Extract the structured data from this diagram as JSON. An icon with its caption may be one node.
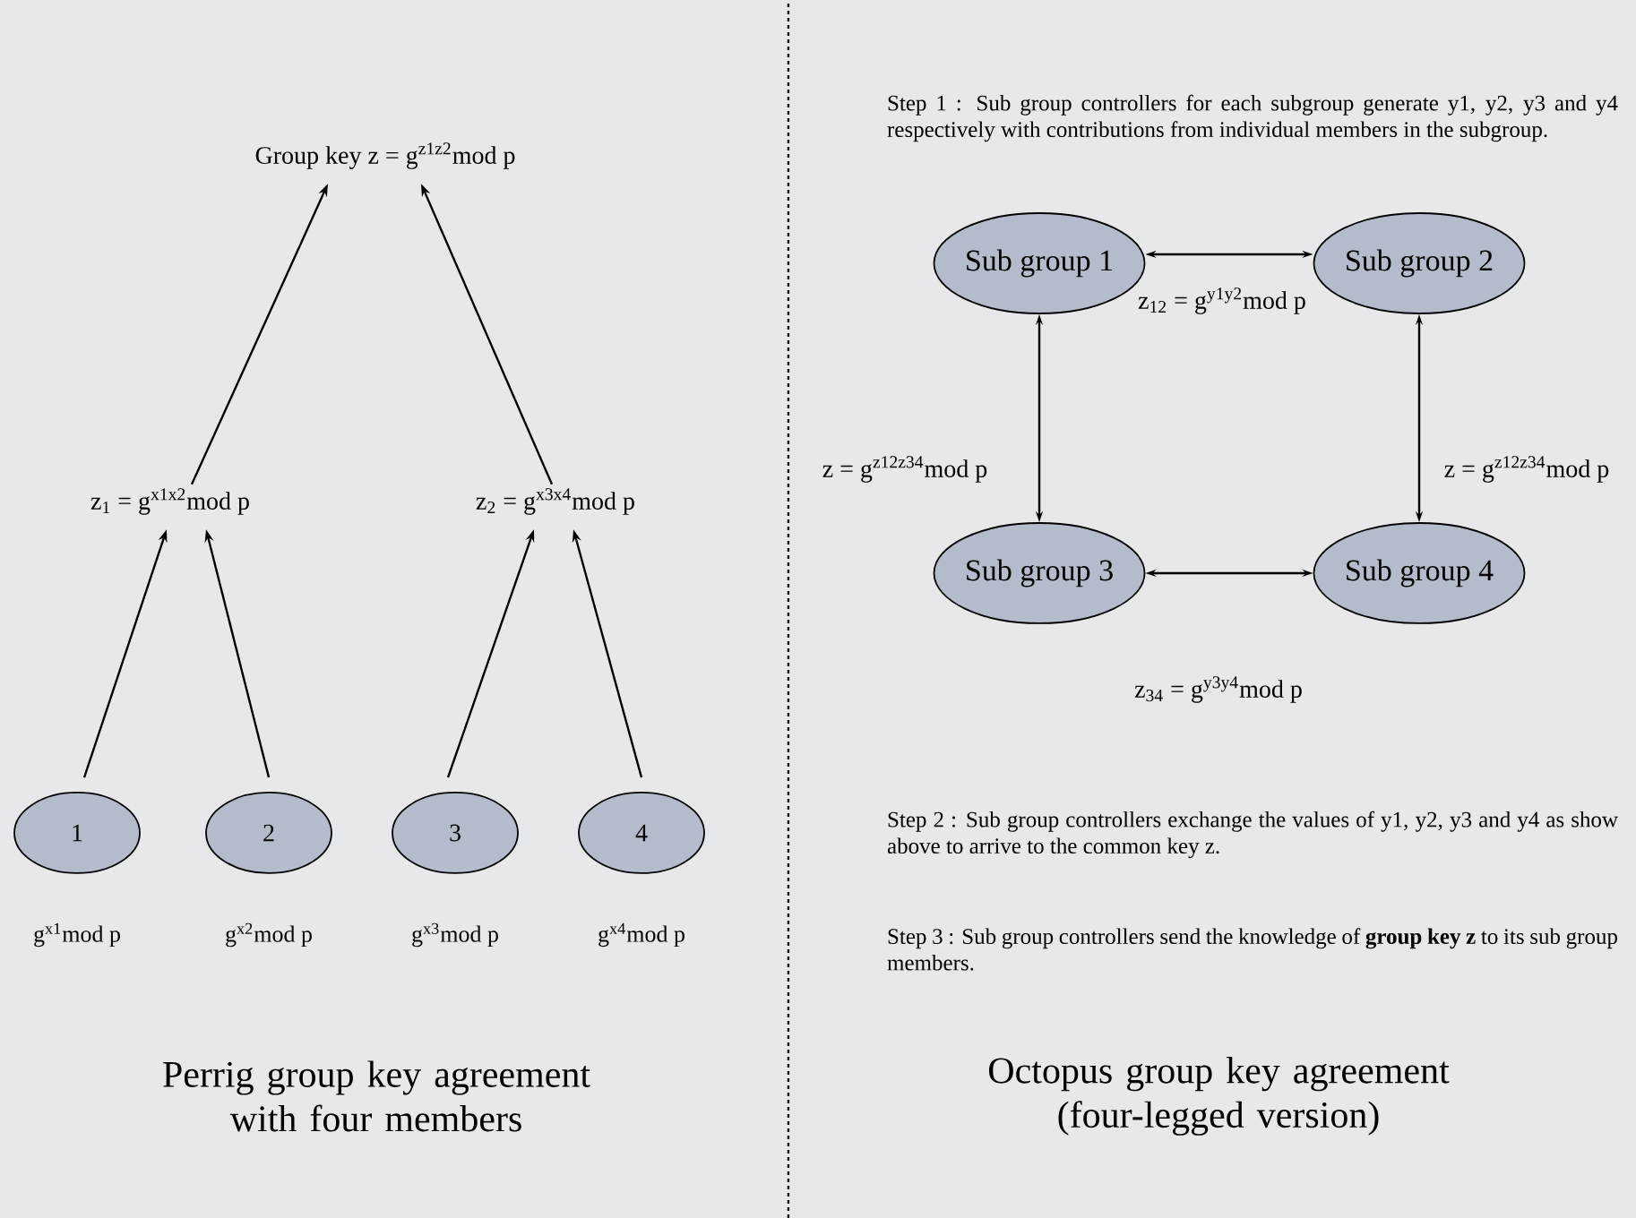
{
  "diagram": {
    "nodes": [
      {
        "text": [
          "Group key z = g$^{z1z2}$mod p"
        ]
      },
      {
        "text": [
          "z$_{1}$ = g$^{x1x2}$mod p"
        ]
      },
      {
        "text": [
          "z$_{2}$ = g$^{x3x4}$mod p"
        ]
      },
      {
        "text": [
          "1"
        ],
        "beside": [
          "g$^{x1}$mod p"
        ]
      },
      {
        "text": [
          "2"
        ],
        "beside": [
          "g$^{x2}$mod p"
        ]
      },
      {
        "text": [
          "3"
        ],
        "beside": [
          "g$^{x3}$mod p"
        ]
      },
      {
        "text": [
          "4"
        ],
        "beside": [
          "g$^{x4}$mod p"
        ]
      },
      {
        "text": [
          "Sub group 1"
        ]
      },
      {
        "text": [
          "Sub group 2"
        ]
      },
      {
        "text": [
          "Sub group 3"
        ]
      },
      {
        "text": [
          "Sub group 4"
        ]
      }
    ],
    "edges": [
      {
        "from": 1,
        "to": 0,
        "arrow": "to"
      },
      {
        "from": 2,
        "to": 0,
        "arrow": "to"
      },
      {
        "from": 3,
        "to": 1,
        "arrow": "to"
      },
      {
        "from": 4,
        "to": 1,
        "arrow": "to"
      },
      {
        "from": 5,
        "to": 2,
        "arrow": "to"
      },
      {
        "from": 6,
        "to": 2,
        "arrow": "to"
      },
      {
        "from": 7,
        "to": 8,
        "arrow": "both",
        "label": "z$_{12}$ = g$^{y1y2}$mod p"
      },
      {
        "from": 7,
        "to": 9,
        "arrow": "both",
        "label": "z = g$^{z12z34}$mod p"
      },
      {
        "from": 8,
        "to": 10,
        "arrow": "both",
        "label": "z = g$^{z12z34}$mod p"
      },
      {
        "from": 9,
        "to": 10,
        "arrow": "both",
        "label": "z$_{34}$ = g$^{y3y4}$mod p"
      }
    ],
    "labels": [
      "Step 1 : Sub group controllers for each subgroup generate y1, y2, y3 and y4 respectively with contributions from individual members in the subgroup.",
      "Step 2 : Sub group controllers exchange the values of y1, y2, y3 and y4 as show above to arrive to the common key z.",
      "Step 3 : Sub group controllers send the knowledge of **group key z** to its sub group members.",
      "Perrig group key agreement with four members",
      "Octopus group key agreement (four-legged version)"
    ]
  }
}
